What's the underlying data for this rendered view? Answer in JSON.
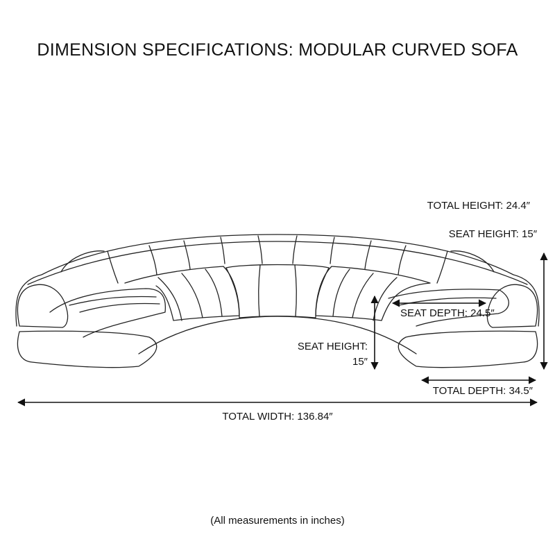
{
  "title": "DIMENSION SPECIFICATIONS: MODULAR CURVED SOFA",
  "labels": {
    "total_height": "TOTAL HEIGHT: 24.4″",
    "seat_height_top": "SEAT HEIGHT: 15″",
    "seat_depth": "SEAT DEPTH: 24.5″",
    "seat_height_left_line1": "SEAT HEIGHT:",
    "seat_height_left_line2": "15″",
    "total_depth": "TOTAL DEPTH: 34.5″",
    "total_width": "TOTAL WIDTH: 136.84″"
  },
  "footnote": "(All measurements in inches)",
  "colors": {
    "line": "#1a1a1a",
    "background": "#ffffff"
  }
}
